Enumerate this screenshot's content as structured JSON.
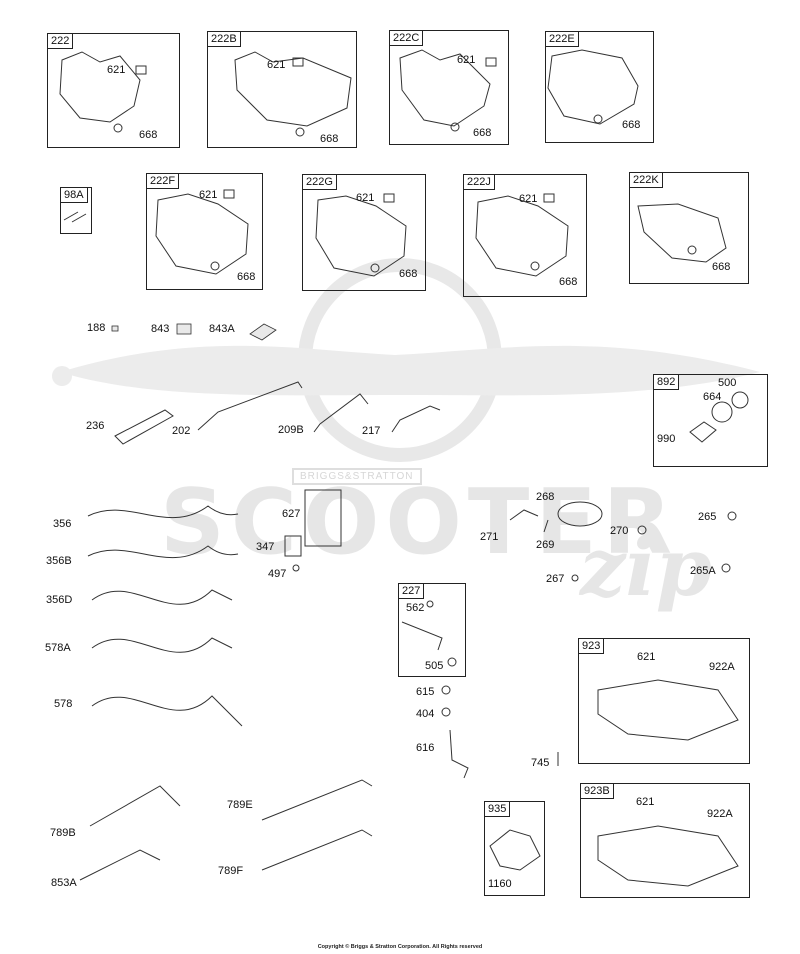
{
  "watermark": {
    "main_text": "SCOOTER",
    "script_text": "zip",
    "brand_text": "BRIGGS&STRATTON"
  },
  "copyright": "Copyright © Briggs & Stratton Corporation. All Rights reserved",
  "colors": {
    "line": "#222222",
    "watermark": "#e6e6e6"
  },
  "boxes": [
    {
      "title": "222"
    },
    {
      "title": "222B"
    },
    {
      "title": "222C"
    },
    {
      "title": "222E"
    },
    {
      "title": "98A"
    },
    {
      "title": "222F"
    },
    {
      "title": "222G"
    },
    {
      "title": "222J"
    },
    {
      "title": "222K"
    },
    {
      "title": "892"
    },
    {
      "title": "227"
    },
    {
      "title": "923"
    },
    {
      "title": "935"
    },
    {
      "title": "923B"
    }
  ],
  "callouts": [
    "621",
    "668",
    "621",
    "668",
    "621",
    "668",
    "668",
    "621",
    "668",
    "621",
    "668",
    "621",
    "668",
    "668",
    "188",
    "843",
    "843A",
    "236",
    "202",
    "209B",
    "217",
    "500",
    "664",
    "990",
    "356",
    "356B",
    "356D",
    "578A",
    "578",
    "627",
    "347",
    "497",
    "271",
    "268",
    "269",
    "270",
    "265",
    "265A",
    "267",
    "562",
    "505",
    "615",
    "404",
    "616",
    "621",
    "922A",
    "745",
    "1160",
    "621",
    "922A",
    "789B",
    "853A",
    "789E",
    "789F"
  ]
}
